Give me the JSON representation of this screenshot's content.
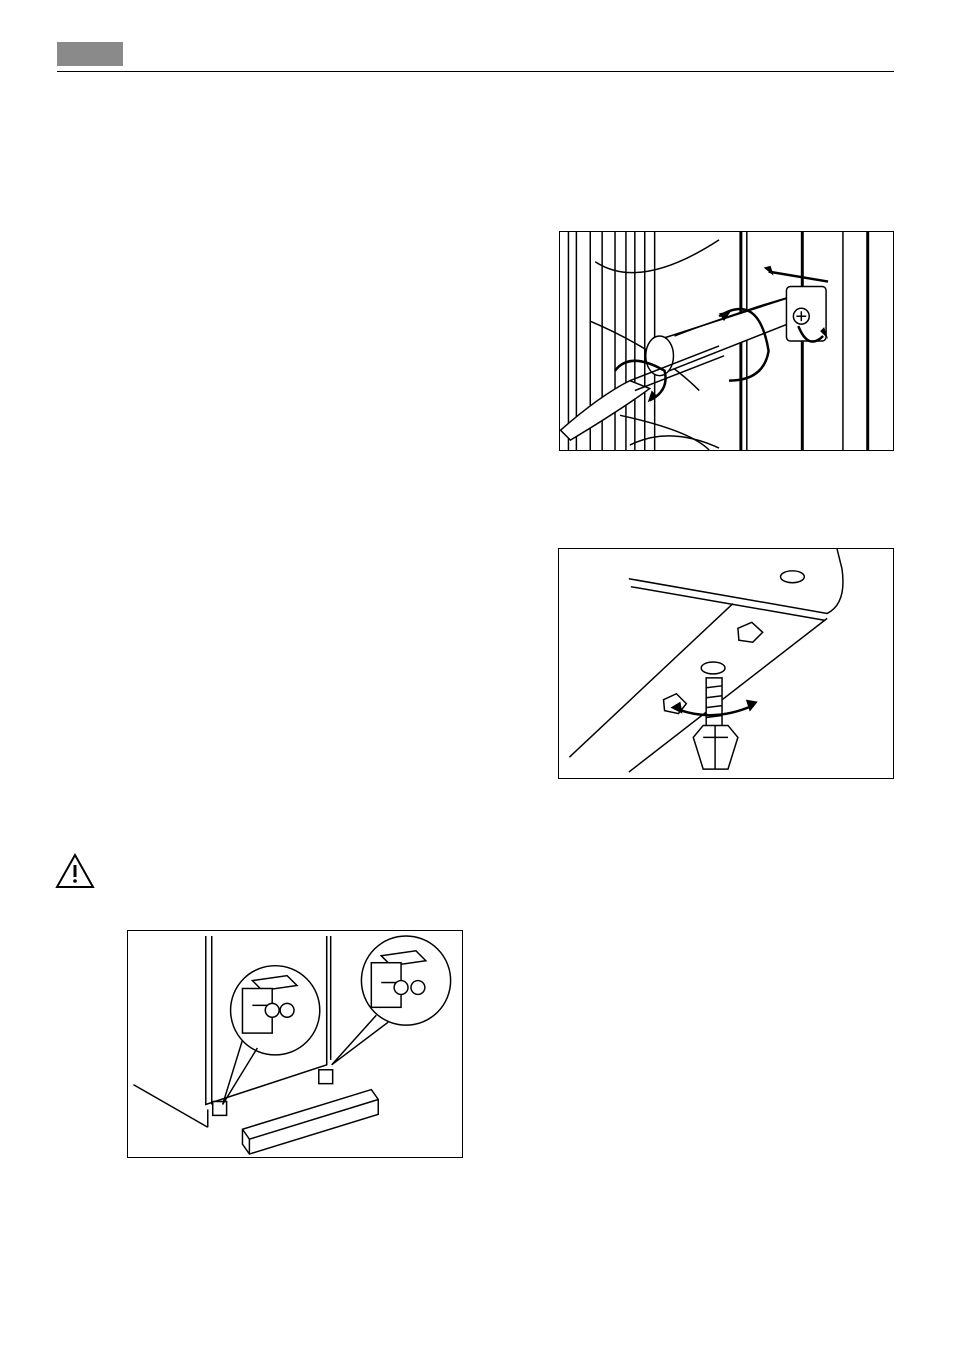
{
  "header": {
    "tab_color": "#8a8a8a",
    "rule_color": "#000000"
  },
  "figures": [
    {
      "id": "shelf-rail-screwdriver",
      "icons": [
        "screwdriver-icon",
        "rotate-arrow-icon",
        "push-arrow-icon",
        "screw-icon"
      ]
    },
    {
      "id": "adjustable-foot",
      "icons": [
        "hex-bolt-icon",
        "nut-icon",
        "rotate-arrow-icon"
      ]
    },
    {
      "id": "plinth-bracket",
      "icons": [
        "bracket-icon",
        "screw-icon",
        "plinth-cover-icon"
      ]
    }
  ],
  "warning": {
    "icon": "warning-triangle-icon"
  }
}
